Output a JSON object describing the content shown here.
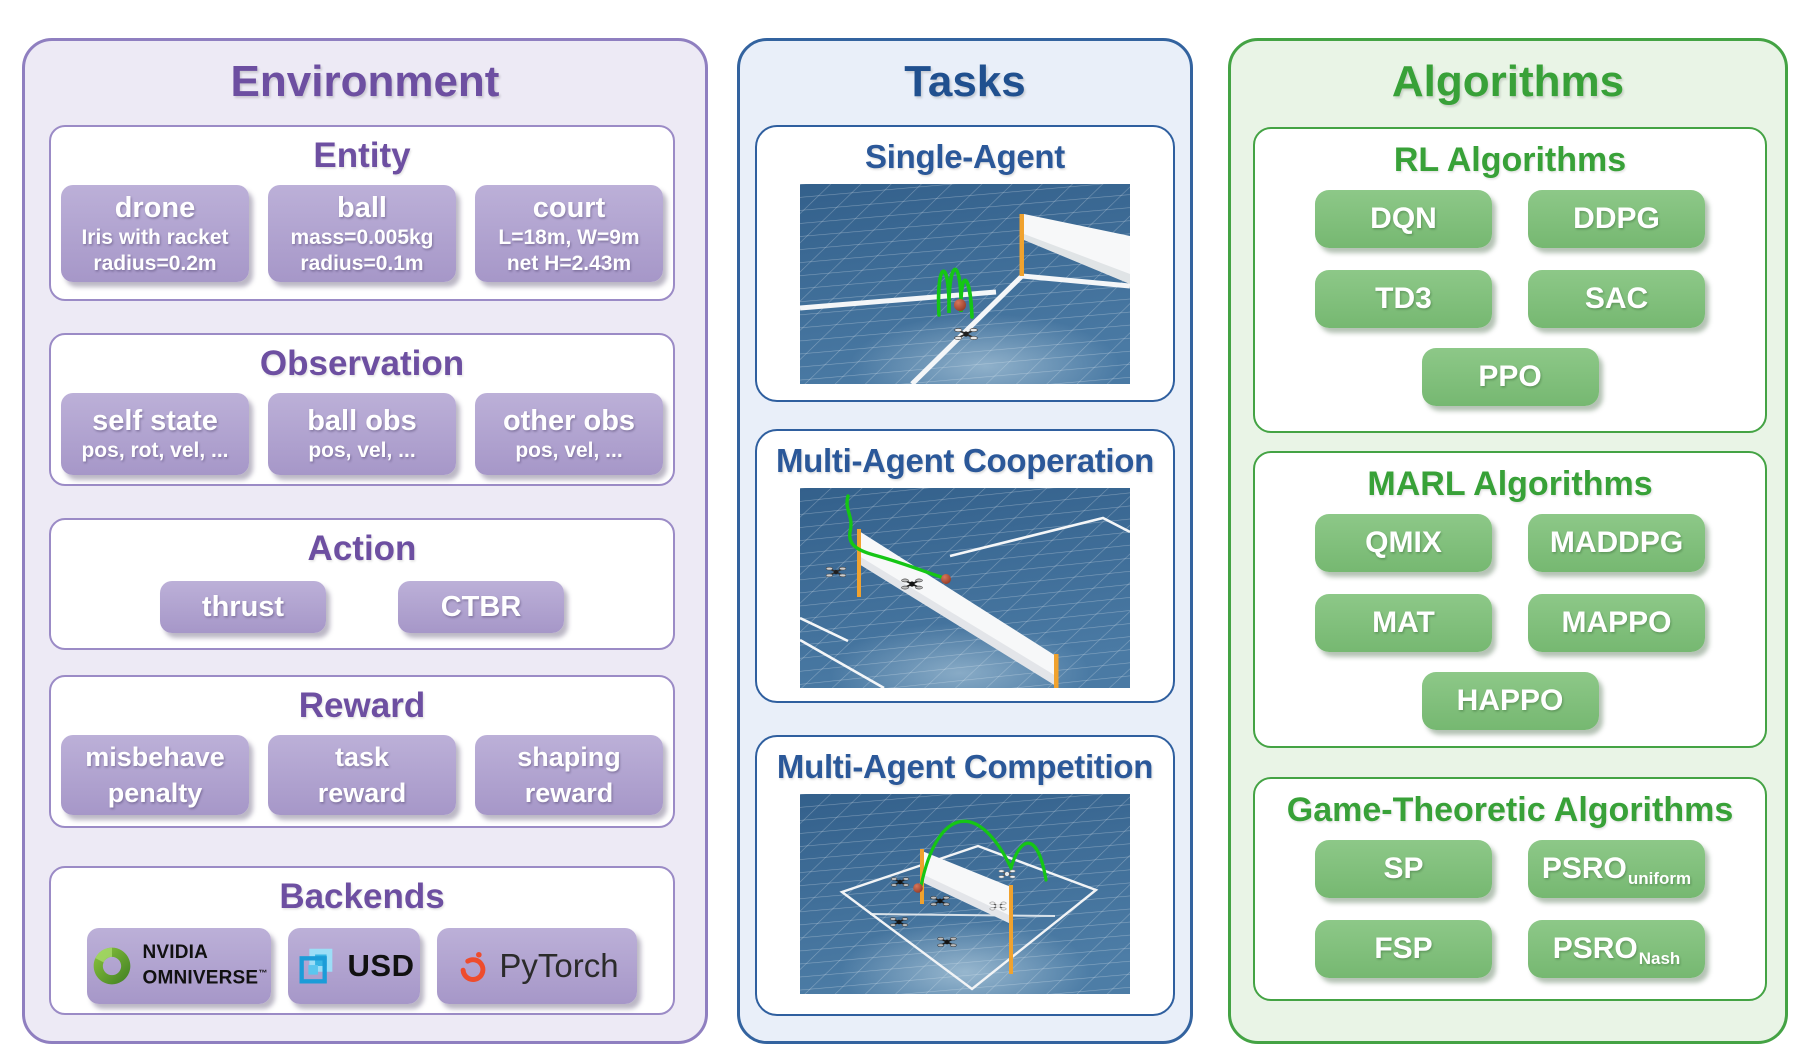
{
  "environment": {
    "title": "Environment",
    "entity": {
      "title": "Entity",
      "chips": [
        {
          "title": "drone",
          "line1": "Iris with racket",
          "line2": "radius=0.2m"
        },
        {
          "title": "ball",
          "line1": "mass=0.005kg",
          "line2": "radius=0.1m"
        },
        {
          "title": "court",
          "line1": "L=18m, W=9m",
          "line2": "net H=2.43m"
        }
      ]
    },
    "observation": {
      "title": "Observation",
      "chips": [
        {
          "title": "self state",
          "line1": "pos, rot, vel, ..."
        },
        {
          "title": "ball obs",
          "line1": "pos, vel, ..."
        },
        {
          "title": "other obs",
          "line1": "pos, vel, ..."
        }
      ]
    },
    "action": {
      "title": "Action",
      "chips": [
        {
          "title": "thrust"
        },
        {
          "title": "CTBR"
        }
      ]
    },
    "reward": {
      "title": "Reward",
      "chips": [
        {
          "line1": "misbehave",
          "line2": "penalty"
        },
        {
          "line1": "task",
          "line2": "reward"
        },
        {
          "line1": "shaping",
          "line2": "reward"
        }
      ]
    },
    "backends": {
      "title": "Backends",
      "logos": [
        {
          "name": "nvidia-omniverse",
          "line1": "NVIDIA",
          "line2": "OMNIVERSE",
          "tm": "™"
        },
        {
          "name": "usd",
          "label": "USD"
        },
        {
          "name": "pytorch",
          "label": "PyTorch"
        }
      ]
    }
  },
  "tasks": {
    "title": "Tasks",
    "cards": [
      {
        "title": "Single-Agent"
      },
      {
        "title": "Multi-Agent Cooperation"
      },
      {
        "title": "Multi-Agent Competition"
      }
    ]
  },
  "algorithms": {
    "title": "Algorithms",
    "groups": [
      {
        "title": "RL Algorithms",
        "chips": [
          {
            "label": "DQN"
          },
          {
            "label": "DDPG"
          },
          {
            "label": "TD3"
          },
          {
            "label": "SAC"
          },
          {
            "label": "PPO"
          }
        ]
      },
      {
        "title": "MARL Algorithms",
        "chips": [
          {
            "label": "QMIX"
          },
          {
            "label": "MADDPG"
          },
          {
            "label": "MAT"
          },
          {
            "label": "MAPPO"
          },
          {
            "label": "HAPPO"
          }
        ]
      },
      {
        "title": "Game-Theoretic Algorithms",
        "chips": [
          {
            "label": "SP"
          },
          {
            "label": "PSRO",
            "sub": "uniform"
          },
          {
            "label": "FSP"
          },
          {
            "label": "PSRO",
            "sub": "Nash"
          }
        ]
      }
    ]
  },
  "colors": {
    "purple_accent": "#6d4fa1",
    "blue_accent": "#2b5899",
    "green_accent": "#38a138",
    "chip_purple": "#a697c8",
    "chip_green": "#82c17f",
    "net_post_orange": "#f0a22e",
    "trajectory_green": "#15c615",
    "ball_red": "#a84228",
    "scene_blue": "#3d6b96"
  }
}
